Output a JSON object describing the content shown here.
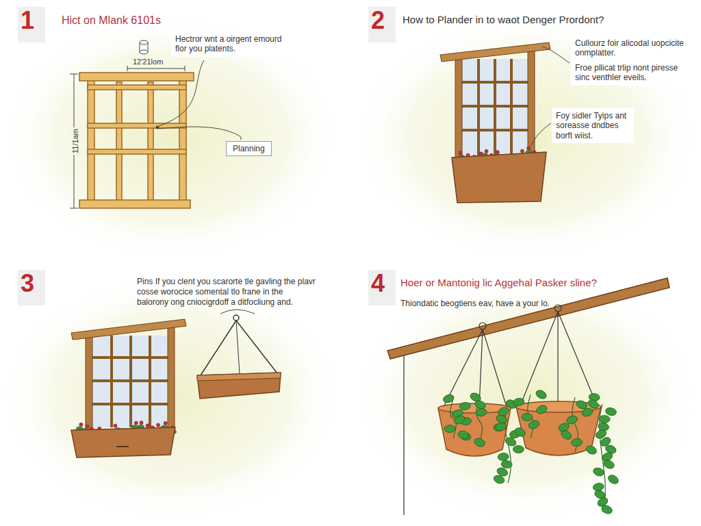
{
  "diagram": {
    "nodes": [
      {
        "text": [
          "1",
          "Hict on Mlank 6101s"
        ]
      },
      {
        "text": [
          "Hectror wnt a oirgent emourd flor you platents."
        ],
        "in": 0
      },
      {
        "text": [
          "Planning"
        ],
        "in": 0
      },
      {
        "text": [
          "2",
          "How to Plander in to waot Denger Prordont?"
        ]
      },
      {
        "text": [
          "Cullourz foir alicodal uopcicite onmplatter."
        ],
        "in": 3
      },
      {
        "text": [
          "Froe pllicat trlip nont piresse sinc venthler eveils."
        ],
        "in": 3
      },
      {
        "text": [
          "Foy sidler Tyips ant soreasse dndbes borft wiist."
        ],
        "in": 3
      },
      {
        "text": [
          "3",
          "Pins If you clent you scarorte tle gavling the plavr cosse worocice somental tlo frane in the balorony ong cniocigrdoff a ditfocliung and."
        ]
      },
      {
        "text": [
          "4",
          "Hoer or Mantonig lic Aggehal Pasker sline?",
          "Thiondatic beogtiens eav, have a your lo."
        ]
      }
    ],
    "labels": [
      "12'21lom",
      "11/1am"
    ]
  }
}
